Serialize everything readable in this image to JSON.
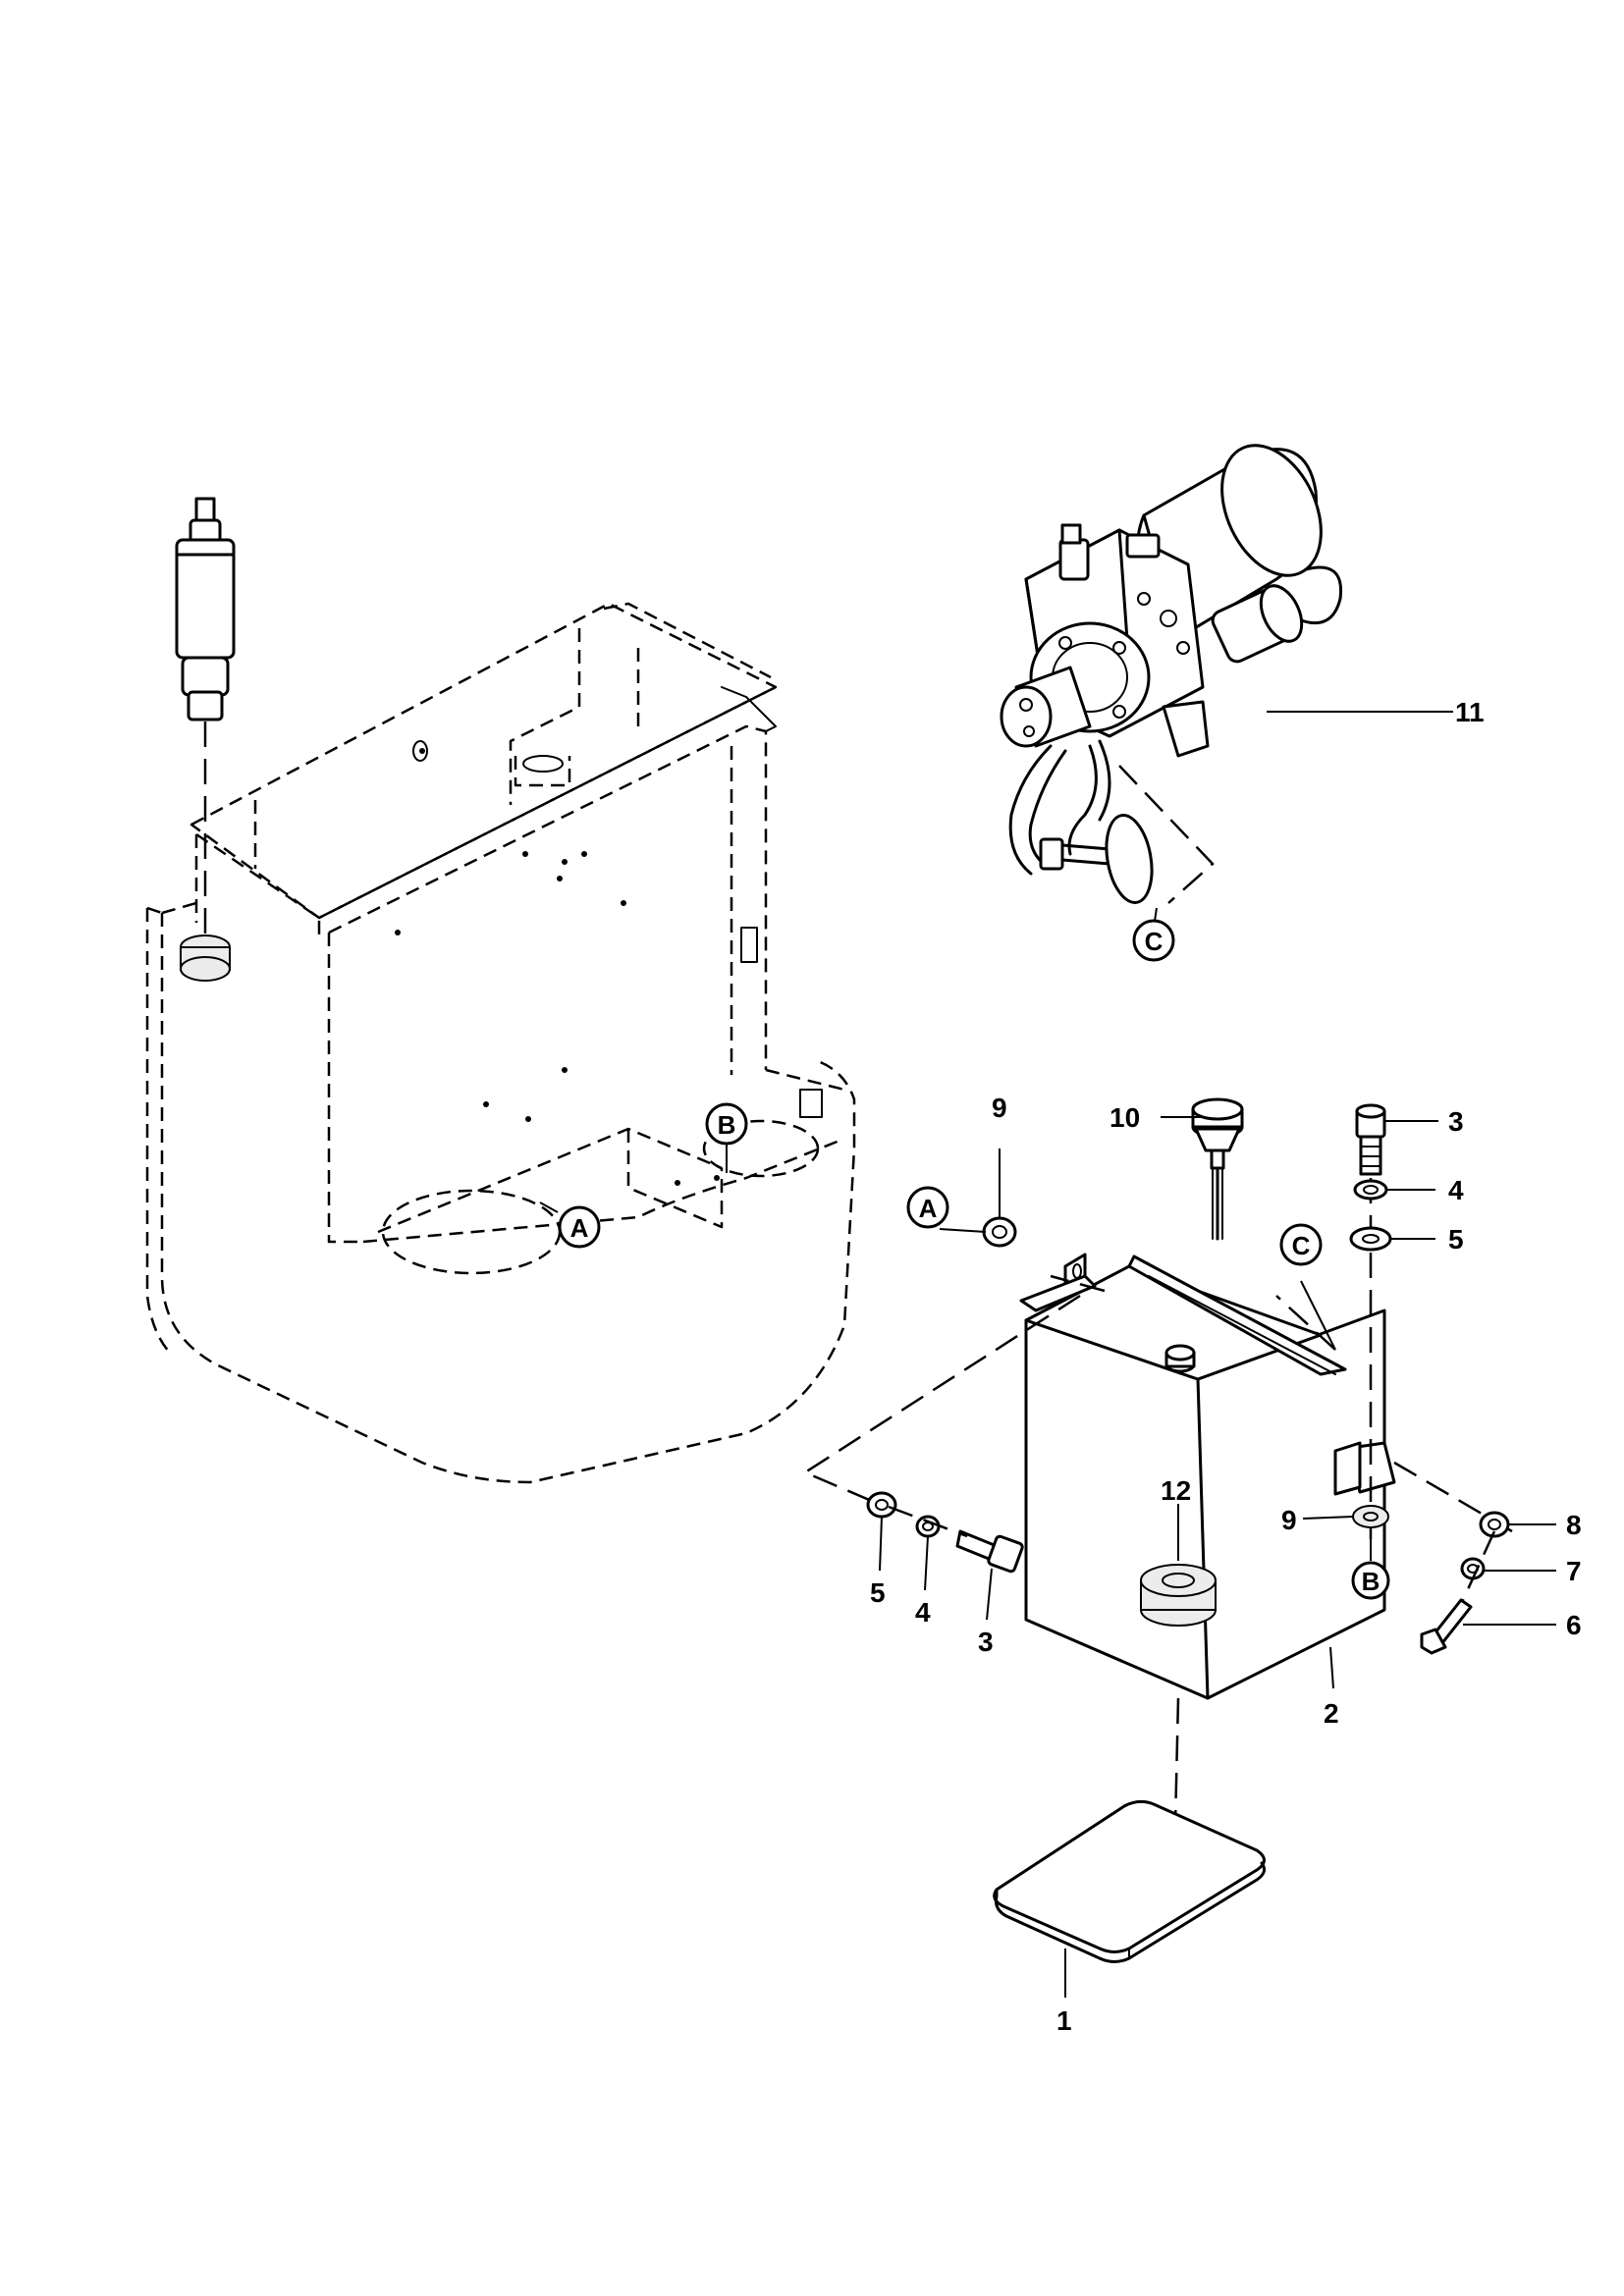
{
  "callouts": {
    "c1": "1",
    "c2": "2",
    "c3a": "3",
    "c3b": "3",
    "c4a": "4",
    "c4b": "4",
    "c5a": "5",
    "c5b": "5",
    "c6": "6",
    "c7": "7",
    "c8": "8",
    "c9a": "9",
    "c9b": "9",
    "c10": "10",
    "c11": "11",
    "c12": "12"
  },
  "refs": {
    "a1": "A",
    "a2": "A",
    "b1": "B",
    "b2": "B",
    "c1": "C",
    "c2": "C"
  }
}
